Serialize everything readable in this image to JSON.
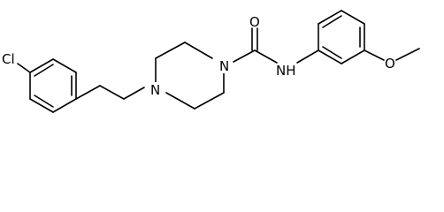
{
  "molecule": {
    "atoms": {
      "cl": "Cl",
      "n_benzyl": "N",
      "n_amide": "N",
      "o_carbonyl": "O",
      "nh": "NH",
      "o_methoxy": "O"
    },
    "colors": {
      "bond": "#000000",
      "label": "#000000",
      "background": "#ffffff"
    }
  }
}
